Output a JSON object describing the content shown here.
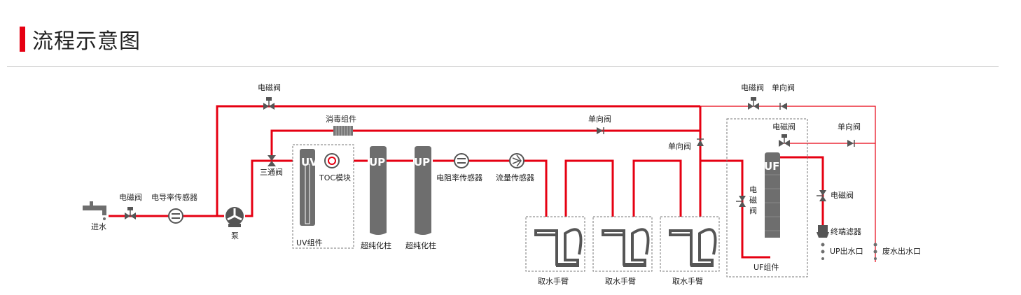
{
  "header": {
    "title": "流程示意图"
  },
  "labels": {
    "inlet": "进水",
    "inlet_valve": "电磁阀",
    "conductivity_sensor": "电导率传感器",
    "pump": "泵",
    "three_way_valve": "三通阀",
    "uv_letters": "UV",
    "uv_module": "UV组件",
    "toc_module": "TOC模块",
    "disinfect_module": "消毒组件",
    "up_letters": "UP",
    "ultra_column_1": "超纯化柱",
    "ultra_column_2": "超纯化柱",
    "resistivity_sensor": "电阻率传感器",
    "flow_sensor": "流量传感器",
    "arm_1": "取水手臂",
    "arm_2": "取水手臂",
    "arm_3": "取水手臂",
    "top_valve": "电磁阀",
    "check_valve_mid": "单向阀",
    "check_valve_vertical": "单向阀",
    "right_valve": "电磁阀",
    "right_check": "单向阀",
    "uf_letters": "UF",
    "uf_top_valve": "电磁阀",
    "uf_right_check": "单向阀",
    "uf_side_valve": "电磁阀",
    "uf_left_valve_1": "电",
    "uf_left_valve_2": "磁",
    "uf_left_valve_3": "阀",
    "terminal_filter": "终端滤器",
    "uf_module": "UF组件",
    "up_outlet": "UP出水口",
    "waste_outlet": "废水出水口"
  },
  "colors": {
    "pipe": "#e60012",
    "accent": "#e60012",
    "equipment": "#6e6e6e"
  }
}
